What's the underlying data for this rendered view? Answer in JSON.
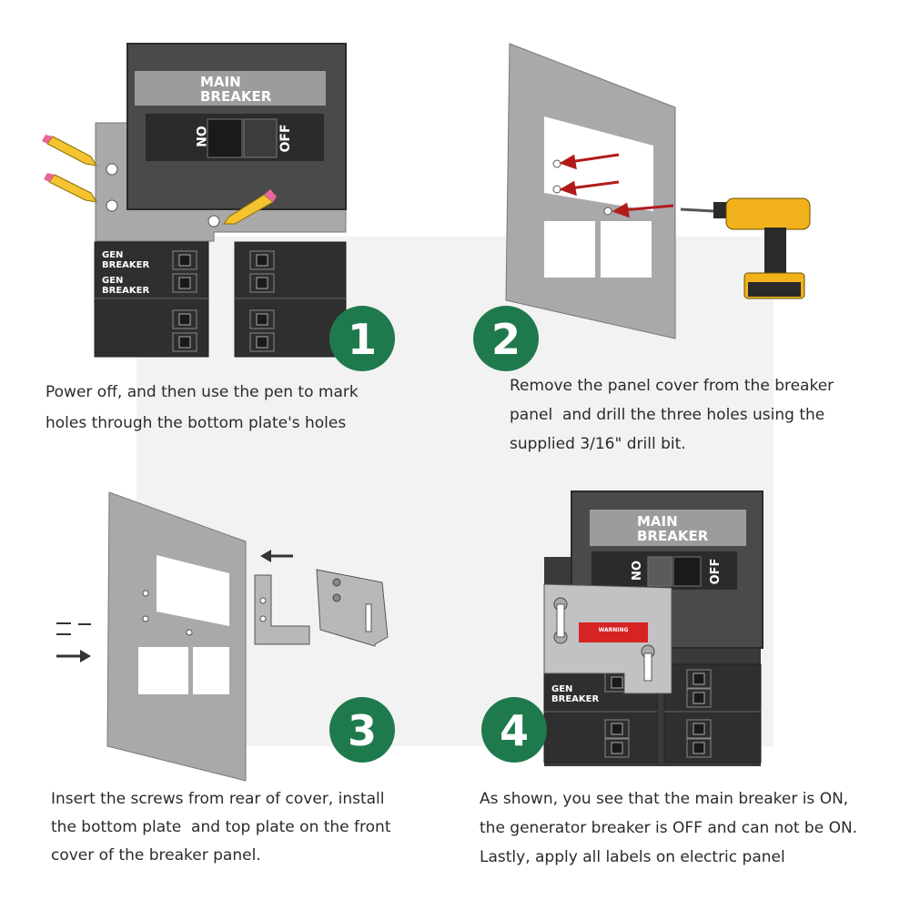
{
  "steps": [
    {
      "number": "1",
      "lines": [
        "Power off, and then use the pen to mark",
        "holes through the bottom plate's holes"
      ]
    },
    {
      "number": "2",
      "lines": [
        "Remove the panel cover from the breaker",
        "panel  and drill the three holes using the",
        "supplied 3/16\" drill bit."
      ]
    },
    {
      "number": "3",
      "lines": [
        "Insert the screws from rear of cover, install",
        "the bottom plate  and top plate on the front",
        "cover of the breaker panel."
      ]
    },
    {
      "number": "4",
      "lines": [
        "As shown, you see that the main breaker is ON,",
        "the generator breaker is OFF and can not be ON.",
        "Lastly, apply all labels on electric panel"
      ]
    }
  ],
  "panel_labels": {
    "main_line1": "MAIN",
    "main_line2": "BREAKER",
    "on": "ON",
    "off": "OFF",
    "gen_line1": "GEN",
    "gen_line2": "BREAKER",
    "warning": "WARNING"
  },
  "colors": {
    "badge": "#1e7a4c",
    "panel_dark": "#4a4a4a",
    "plate": "#a9a9ab",
    "arrow_red": "#b31b1b",
    "drill_yellow": "#f2b21b"
  }
}
